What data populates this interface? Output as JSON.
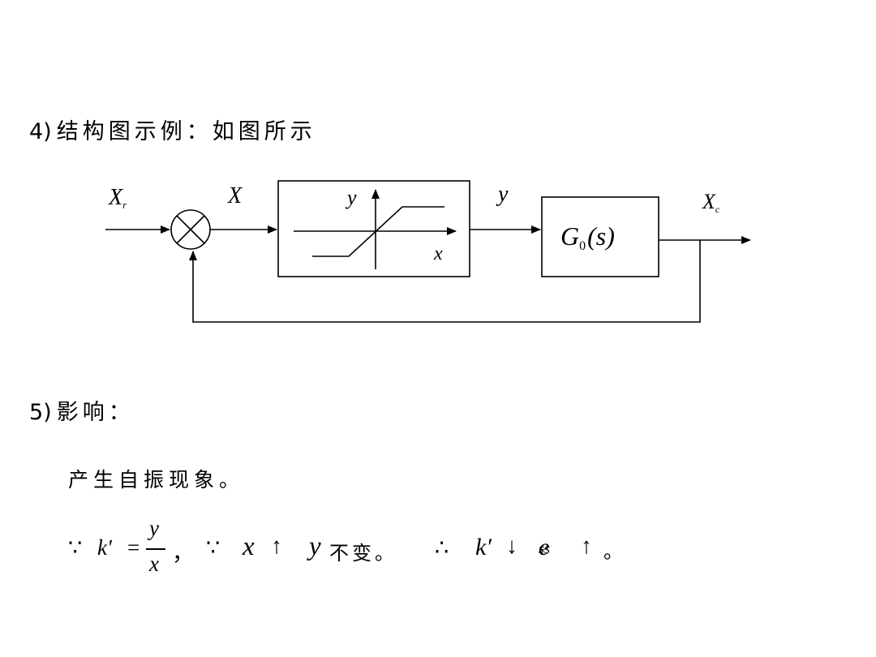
{
  "section4": {
    "number": "4)",
    "text": "结构图示例：如图所示"
  },
  "diagram": {
    "input_label": "X",
    "input_sub": "r",
    "error_label": "X",
    "nl_y_label": "y",
    "nl_x_label": "x",
    "mid_label": "y",
    "block_G": "G",
    "block_G_sub": "0",
    "block_G_arg": "(s)",
    "output_label": "X",
    "output_sub": "c"
  },
  "section5": {
    "number": "5)",
    "text": "影响："
  },
  "effect_text": "产生自振现象。",
  "formula": {
    "because1": "∵",
    "k_prime": "k′",
    "equals": "=",
    "num": "y",
    "den": "x",
    "comma": "，",
    "because2": "∵",
    "x": "x",
    "up1": "↑",
    "y": "y",
    "unchanged": "不变。",
    "therefore": "∴",
    "k_prime2": "k′",
    "down": "↓",
    "e": "e",
    "e_sub": "ss",
    "up2": "↑",
    "end": "。"
  }
}
